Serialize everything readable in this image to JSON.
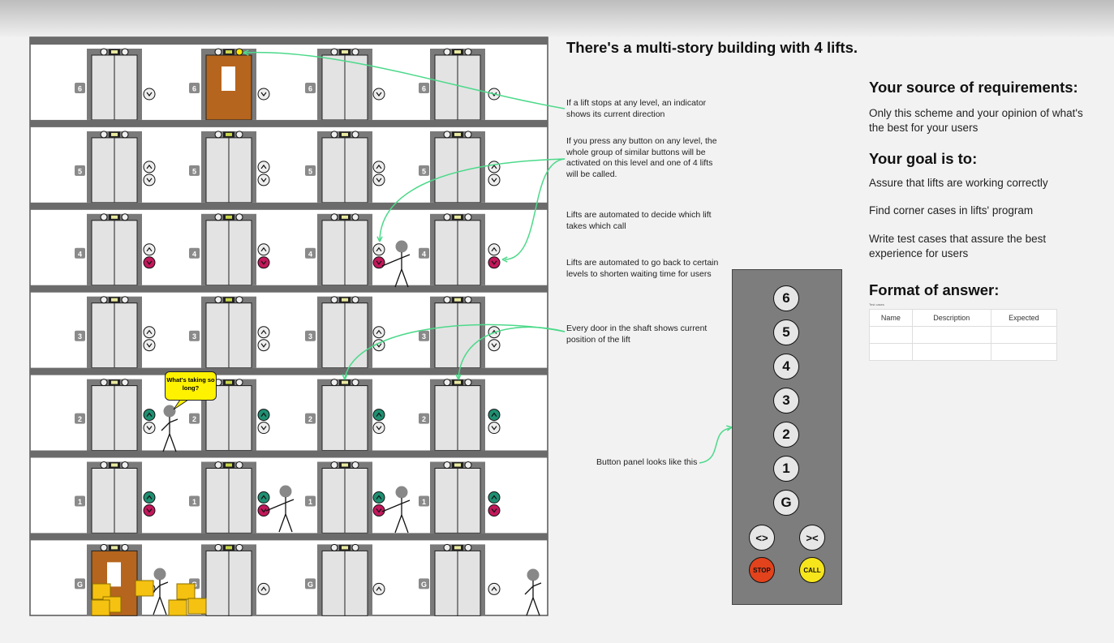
{
  "title": "There's a multi-story building with 4 lifts.",
  "floors": [
    "6",
    "5",
    "4",
    "3",
    "2",
    "1",
    "G"
  ],
  "speech_bubble": "What's taking so long?",
  "notes": {
    "direction_indicator": "If a lift stops at any level, an indicator shows its current direction",
    "button_group": "If you press any button on any level, the whole group of similar buttons will be activated on this level and one of 4 lifts will be called.",
    "automated_decide": "Lifts are automated to decide which lift takes which call",
    "automated_return": "Lifts are automated to go back to certain levels to shorten waiting time for users",
    "door_position": "Every door in the shaft shows current position of the lift",
    "button_panel": "Button panel looks like this"
  },
  "panel": {
    "floor_buttons": [
      "6",
      "5",
      "4",
      "3",
      "2",
      "1",
      "G"
    ],
    "open_label": "<>",
    "close_label": "><",
    "stop_label": "STOP",
    "call_label": "CALL"
  },
  "right": {
    "source_heading": "Your source of requirements:",
    "source_text": "Only this scheme and your opinion of what's the best for your users",
    "goal_heading": "Your goal is to:",
    "goals": [
      "Assure that lifts are working correctly",
      "Find corner cases in lifts' program",
      "Write test cases that assure the best experience for users"
    ],
    "format_heading": "Format of answer:",
    "table_caption": "Test cases",
    "columns": [
      "Name",
      "Description",
      "Expected"
    ]
  },
  "colors": {
    "up_active": "#1f8f72",
    "down_active": "#c2185b",
    "arrow": "#4cd98a",
    "door": "#e3e3e3",
    "open_door": "#b5651d",
    "box": "#f5c211"
  }
}
